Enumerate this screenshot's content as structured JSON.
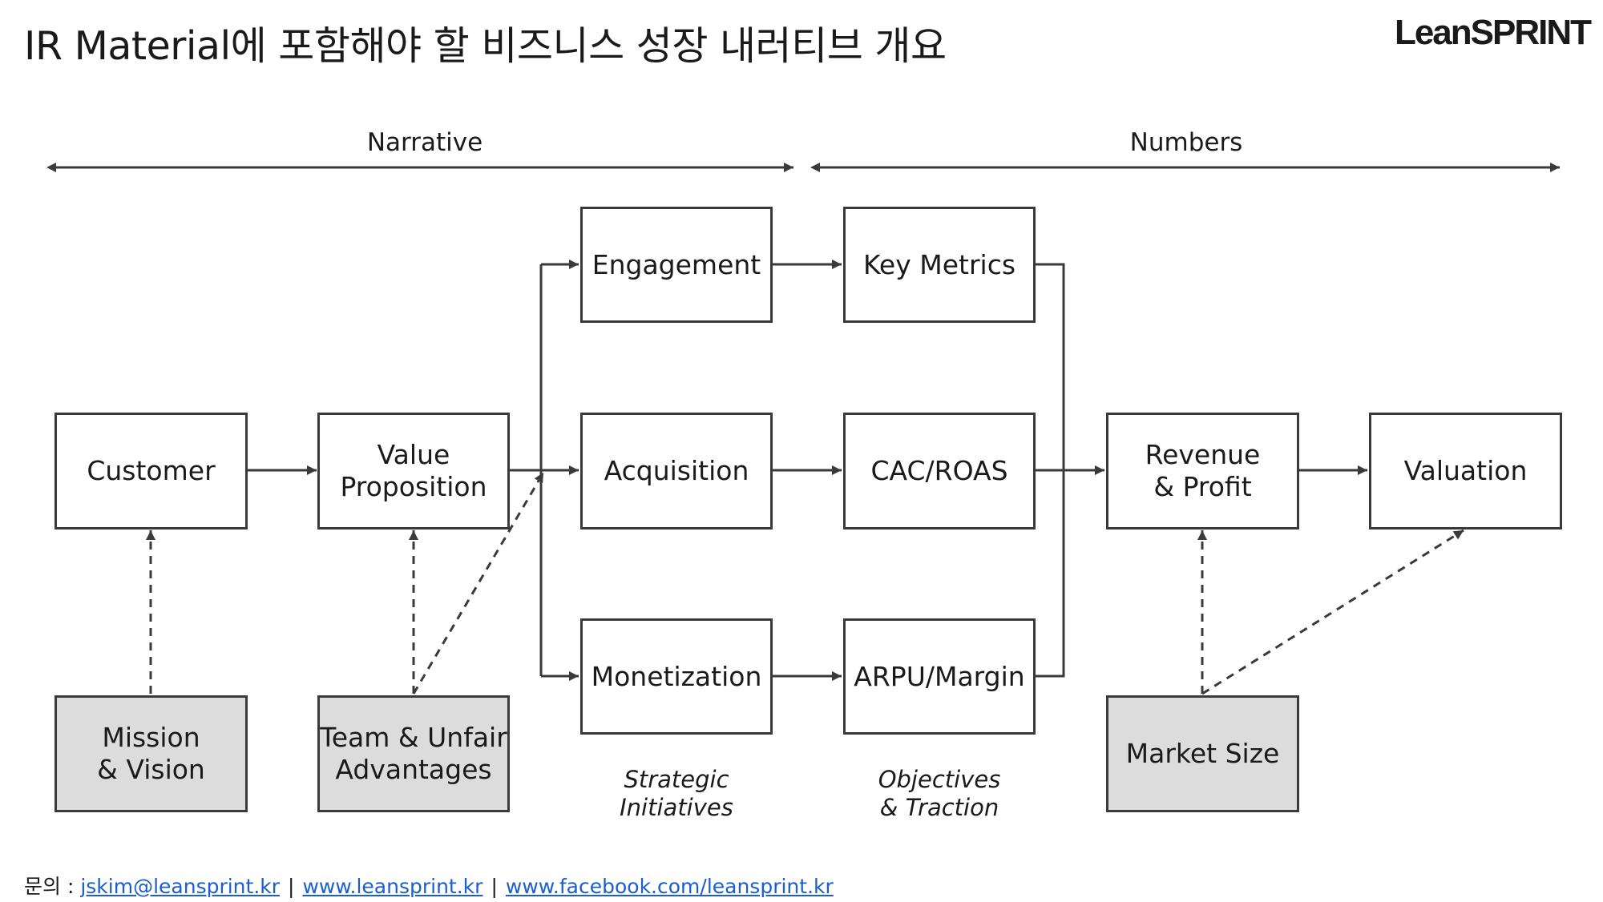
{
  "title": "IR Material에 포함해야 할 비즈니스 성장 내러티브 개요",
  "logo": "LeanSPRINT",
  "sections": {
    "narrative": "Narrative",
    "numbers": "Numbers"
  },
  "boxes": {
    "customer": "Customer",
    "value_proposition": "Value\nProposition",
    "engagement": "Engagement",
    "acquisition": "Acquisition",
    "monetization": "Monetization",
    "key_metrics": "Key Metrics",
    "cac_roas": "CAC/ROAS",
    "arpu_margin": "ARPU/Margin",
    "revenue_profit": "Revenue\n& Profit",
    "valuation": "Valuation",
    "mission_vision": "Mission\n& Vision",
    "team_advantages": "Team & Unfair\nAdvantages",
    "market_size": "Market Size"
  },
  "captions": {
    "strategic": "Strategic\nInitiatives",
    "objectives": "Objectives\n& Traction"
  },
  "footer": {
    "prefix": "문의 : ",
    "email": "jskim@leansprint.kr",
    "website": "www.leansprint.kr",
    "facebook": "www.facebook.com/leansprint.kr",
    "separator": "|"
  },
  "colors": {
    "line": "#3a3a3a",
    "gray_box": "#dcdcdc",
    "link": "#1a5fcf"
  }
}
